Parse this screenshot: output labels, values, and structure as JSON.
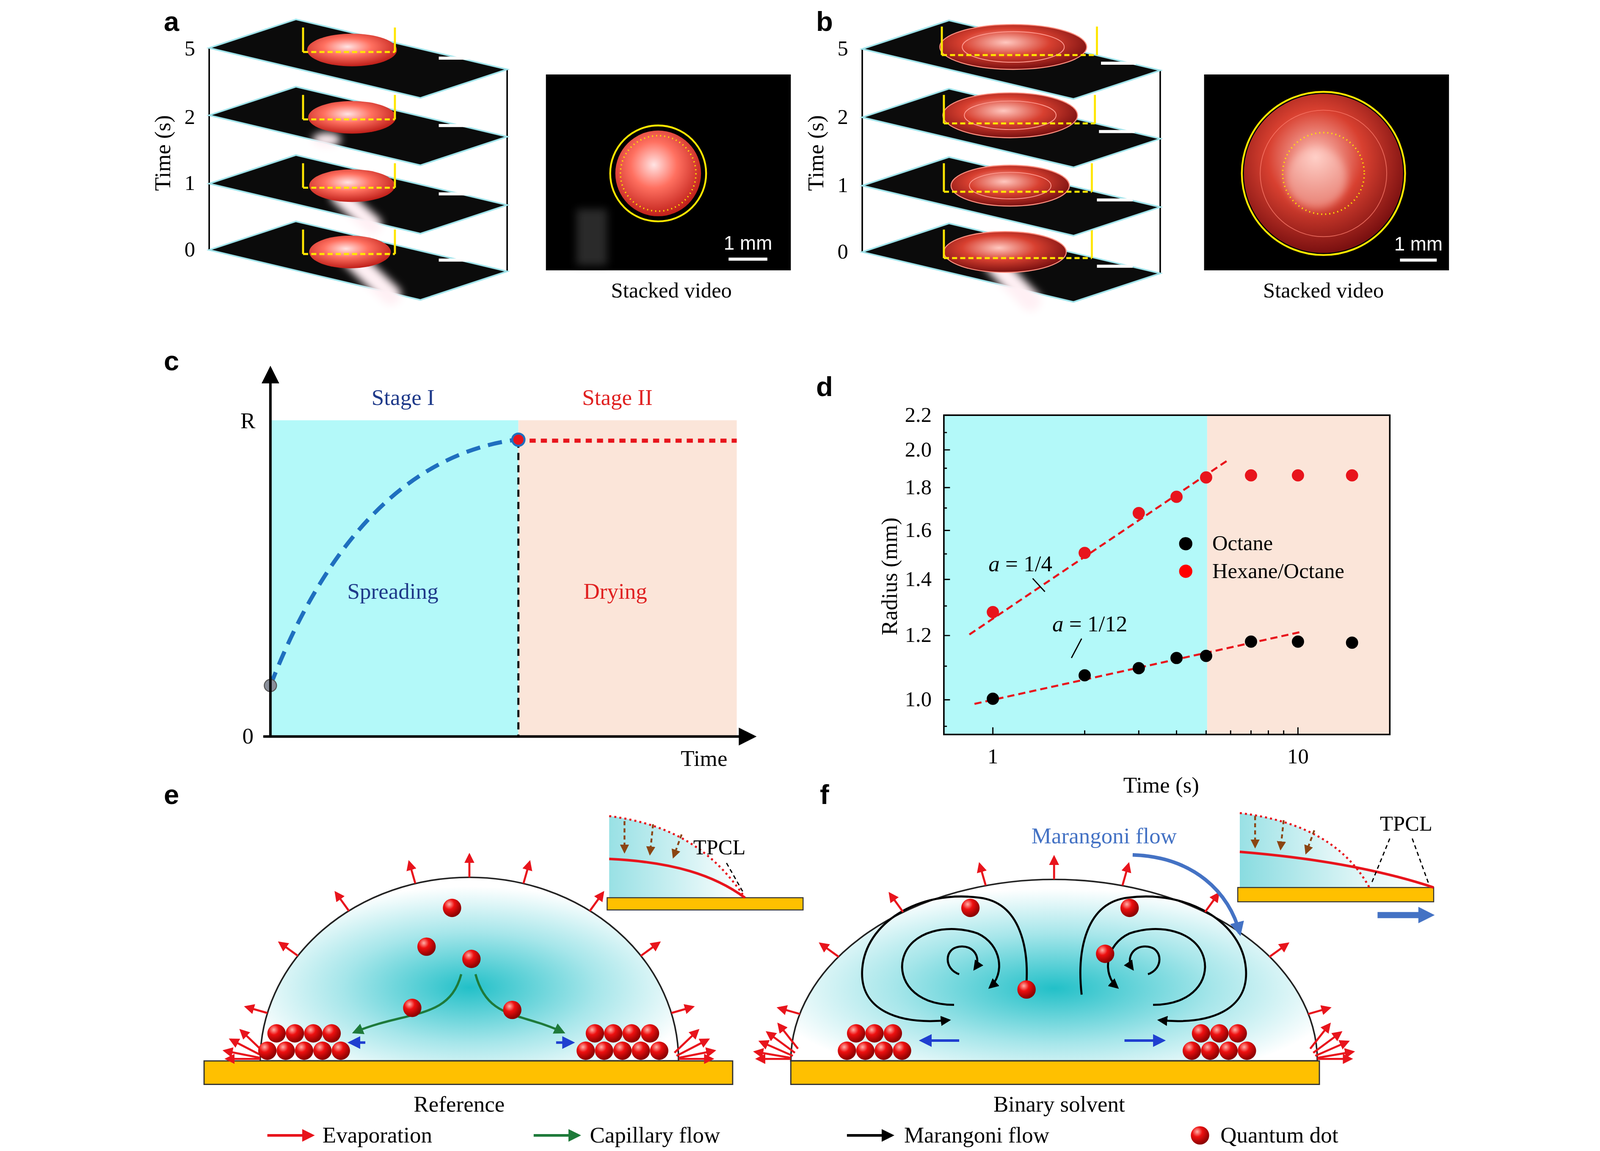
{
  "diagram": {
    "nodes": [
      {
        "text": [
          "Stage I",
          "Spreading"
        ]
      },
      {
        "text": [
          "Stage II",
          "Drying"
        ]
      }
    ],
    "labels": [
      "a",
      "Time (s)",
      "5",
      "2",
      "1",
      "0",
      "1 mm",
      "Stacked video",
      "b",
      "Time (s)",
      "5",
      "2",
      "1",
      "0",
      "1 mm",
      "Stacked video",
      "c",
      "R",
      "0",
      "Time",
      "d",
      "2.2",
      "2.0",
      "1.8",
      "1.6",
      "1.4",
      "1.2",
      "1.0",
      "1",
      "10",
      "Radius (mm)",
      "Time (s)",
      "a = 1/4",
      "a = 1/12",
      "e",
      "TPCL",
      "Reference",
      "f",
      "Marangoni flow",
      "TPCL",
      "Binary solvent"
    ],
    "legend": [
      {
        "text": "Octane",
        "color": "#000000"
      },
      {
        "text": "Hexane/Octane",
        "color": "#ff0000"
      },
      {
        "text": "Evaporation"
      },
      {
        "text": "Capillary flow"
      },
      {
        "text": "Marangoni flow"
      },
      {
        "text": "Quantum dot"
      }
    ]
  }
}
